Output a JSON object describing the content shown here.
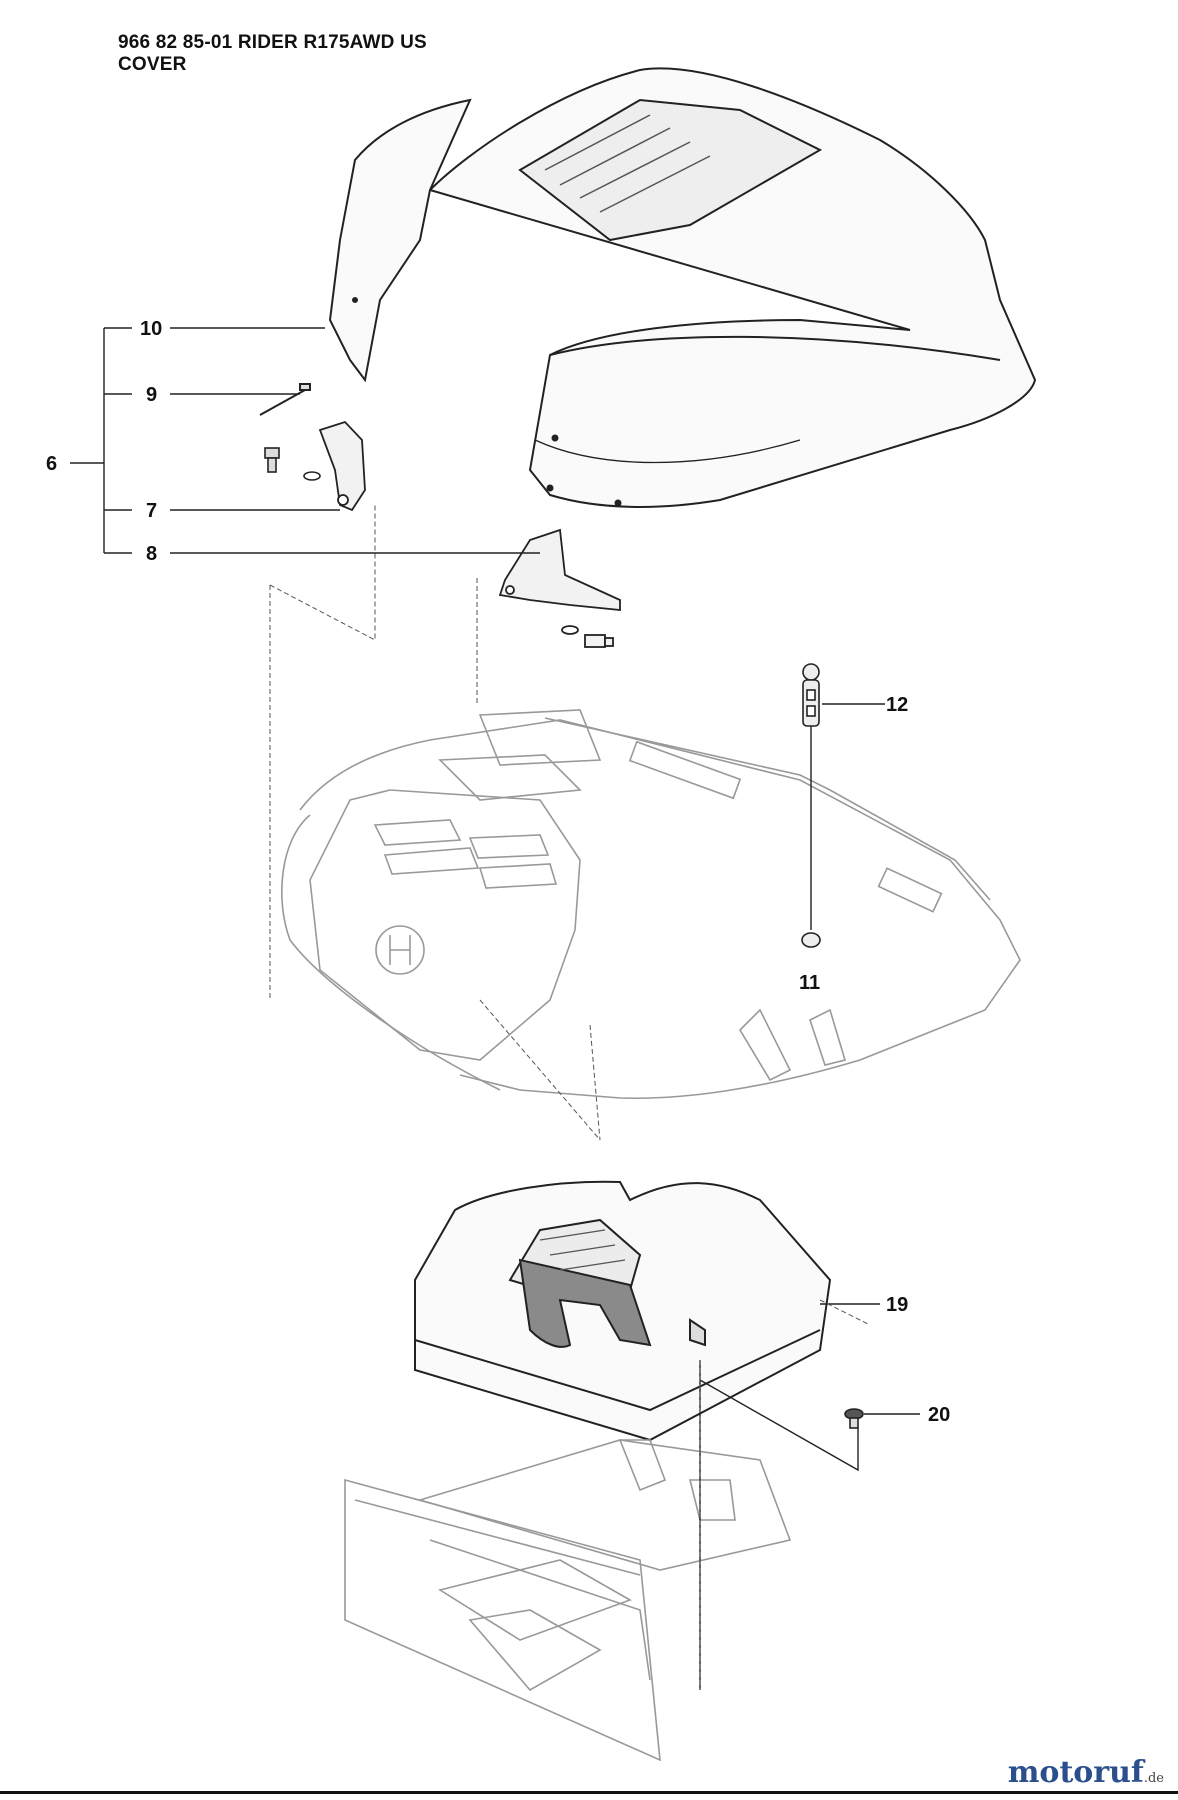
{
  "header": {
    "model_line": "966 82 85-01 RIDER R175AWD US",
    "section": "COVER"
  },
  "callouts": {
    "c6": "6",
    "c7": "7",
    "c8": "8",
    "c9": "9",
    "c10": "10",
    "c11": "11",
    "c12": "12",
    "c19": "19",
    "c20": "20"
  },
  "watermark": {
    "brand": "motoruf",
    "suffix": ".de"
  },
  "colors": {
    "line": "#222222",
    "ghost": "#9a9a9a",
    "fill": "#f7f7f7",
    "grille": "#3a3a3a"
  }
}
